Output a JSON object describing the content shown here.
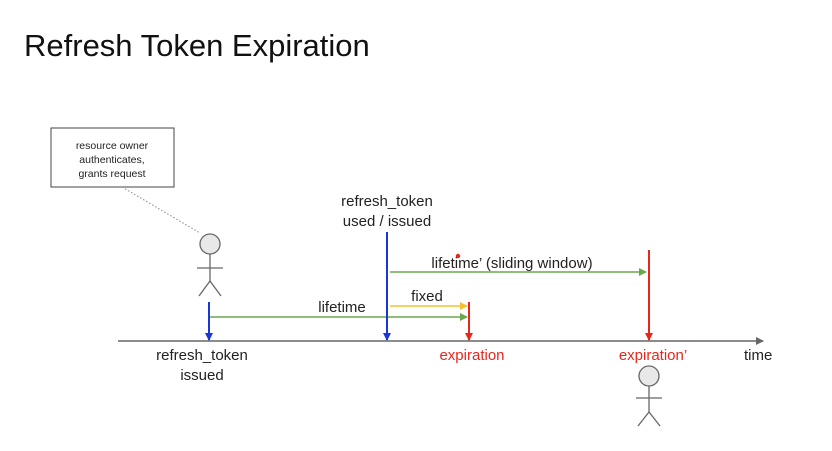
{
  "title": "Refresh Token Expiration",
  "callout": {
    "lines": [
      "resource owner",
      "authenticates,",
      "grants request"
    ]
  },
  "labels": {
    "issued_line1": "refresh_token",
    "issued_line2": "issued",
    "used_line1": "refresh_token",
    "used_line2": "used / issued",
    "lifetime": "lifetime",
    "fixed": "fixed",
    "sliding": "lifetime’ (sliding window)",
    "expiration": "expiration",
    "expiration_prime": "expiration’",
    "time": "time"
  },
  "colors": {
    "axis": "#666666",
    "blue": "#1a36d6",
    "red": "#e8261b",
    "green": "#6aa84f",
    "yellow": "#f1c232",
    "person": "#666666"
  }
}
